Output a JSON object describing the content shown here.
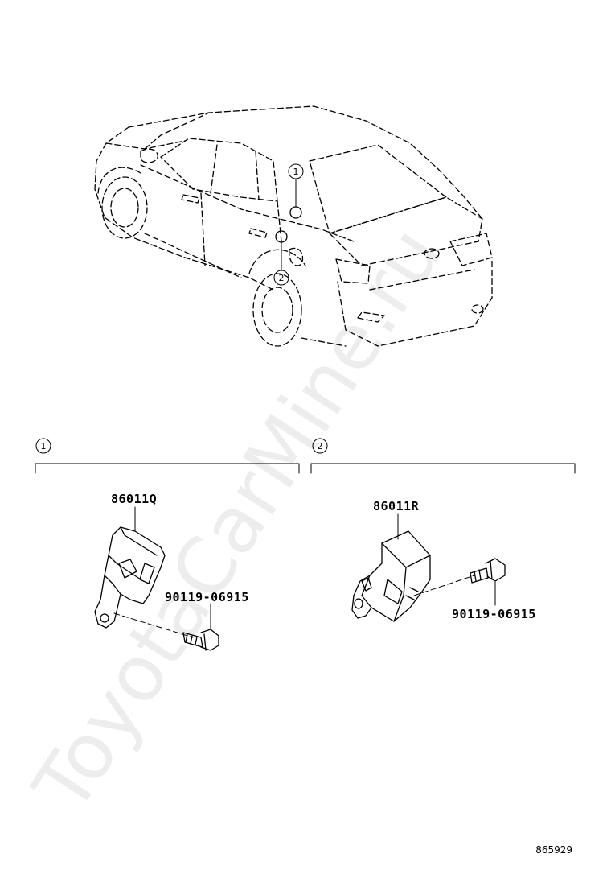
{
  "watermark": {
    "text": "ToyotaCarMine.ru"
  },
  "vehicle_callouts": [
    {
      "label": "1"
    },
    {
      "label": "2"
    }
  ],
  "sections": [
    {
      "callout": "1",
      "part_number": "86011Q",
      "bolt_part_number": "90119-06915"
    },
    {
      "callout": "2",
      "part_number": "86011R",
      "bolt_part_number": "90119-06915"
    }
  ],
  "illustration_number": "865929"
}
